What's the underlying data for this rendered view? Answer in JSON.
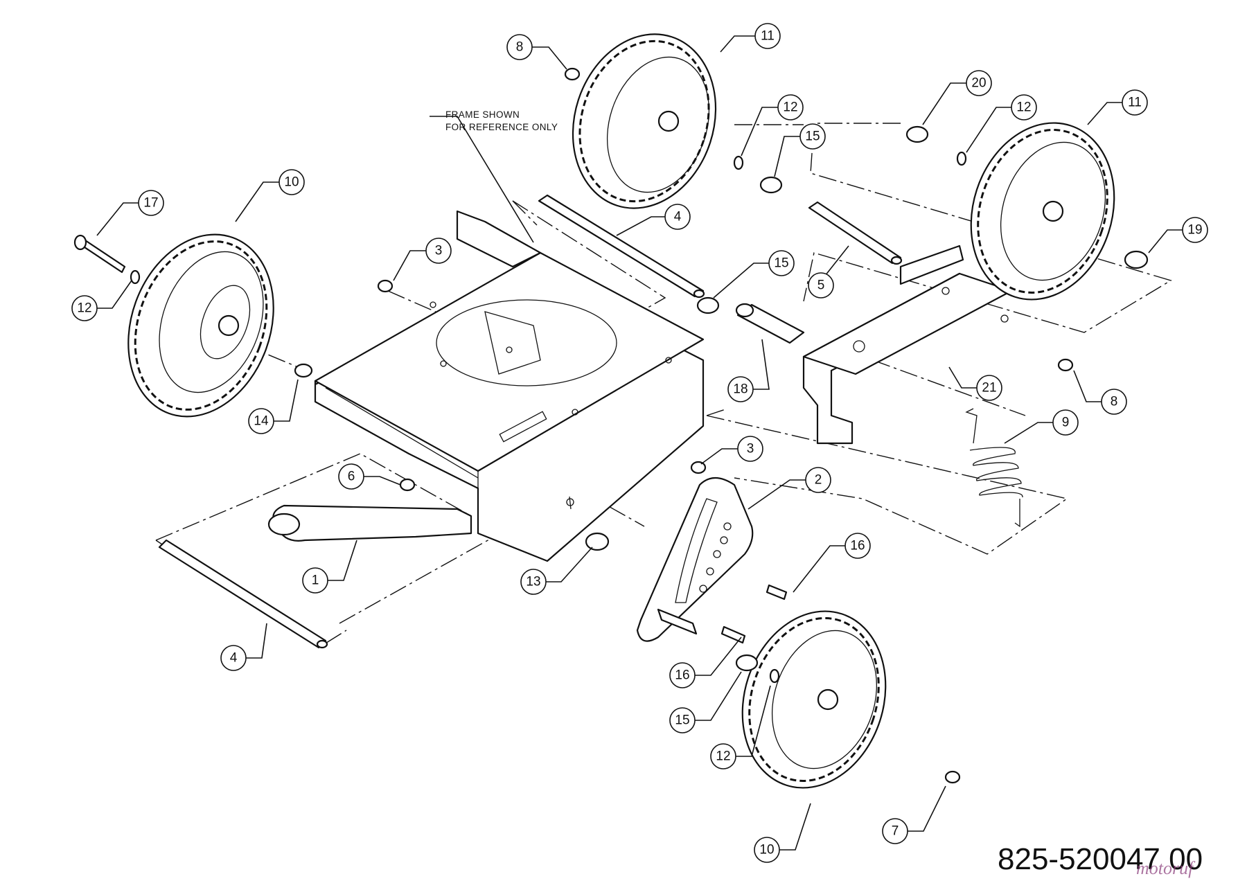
{
  "note": {
    "line1": "FRAME SHOWN",
    "line2": "FOR REFERENCE ONLY"
  },
  "part_number": "825-520047 00",
  "watermark": "motoruf",
  "callouts": [
    {
      "id": "c8a",
      "label": "8"
    },
    {
      "id": "c11a",
      "label": "11"
    },
    {
      "id": "c12a",
      "label": "12"
    },
    {
      "id": "c15a",
      "label": "15"
    },
    {
      "id": "c20",
      "label": "20"
    },
    {
      "id": "c12b",
      "label": "12"
    },
    {
      "id": "c11b",
      "label": "11"
    },
    {
      "id": "c10a",
      "label": "10"
    },
    {
      "id": "c17",
      "label": "17"
    },
    {
      "id": "c12c",
      "label": "12"
    },
    {
      "id": "c4a",
      "label": "4"
    },
    {
      "id": "c3a",
      "label": "3"
    },
    {
      "id": "c15b",
      "label": "15"
    },
    {
      "id": "c5",
      "label": "5"
    },
    {
      "id": "c19",
      "label": "19"
    },
    {
      "id": "c14",
      "label": "14"
    },
    {
      "id": "c18",
      "label": "18"
    },
    {
      "id": "c21",
      "label": "21"
    },
    {
      "id": "c8b",
      "label": "8"
    },
    {
      "id": "c9",
      "label": "9"
    },
    {
      "id": "c3b",
      "label": "3"
    },
    {
      "id": "c2",
      "label": "2"
    },
    {
      "id": "c6",
      "label": "6"
    },
    {
      "id": "c16a",
      "label": "16"
    },
    {
      "id": "c1",
      "label": "1"
    },
    {
      "id": "c13",
      "label": "13"
    },
    {
      "id": "c4b",
      "label": "4"
    },
    {
      "id": "c16b",
      "label": "16"
    },
    {
      "id": "c15c",
      "label": "15"
    },
    {
      "id": "c12d",
      "label": "12"
    },
    {
      "id": "c10b",
      "label": "10"
    },
    {
      "id": "c7",
      "label": "7"
    }
  ]
}
